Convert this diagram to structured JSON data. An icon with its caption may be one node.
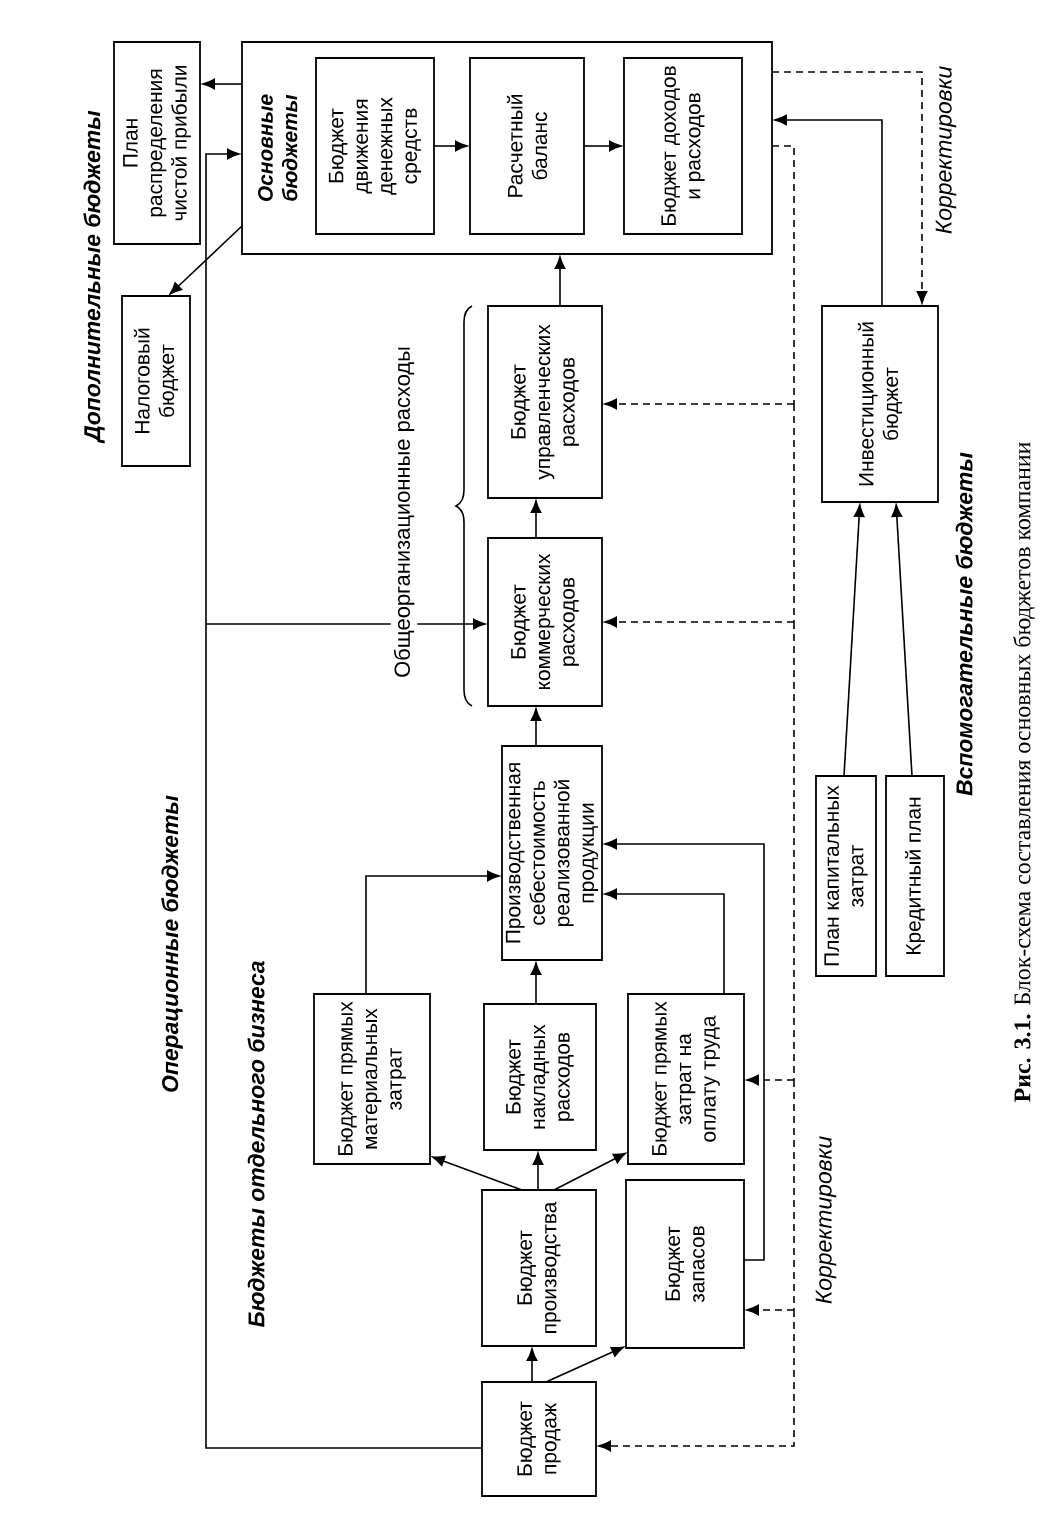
{
  "diagram": {
    "caption": "**Рис. 3.1.** Блок-схема составления основных бюджетов компании",
    "nodes": [
      {
        "text": [
          "Основные бюджеты"
        ]
      },
      {
        "text": [
          "Бюджет движения денежных средств"
        ],
        "in": 0
      },
      {
        "text": [
          "Расчетный баланс"
        ],
        "in": 0
      },
      {
        "text": [
          "Бюджет доходов и расходов"
        ],
        "in": 0
      },
      {
        "text": [
          "План распределения чистой прибыли"
        ]
      },
      {
        "text": [
          "Налоговый бюджет"
        ]
      },
      {
        "text": [
          "Бюджет управленческих расходов"
        ]
      },
      {
        "text": [
          "Бюджет коммерческих расходов"
        ]
      },
      {
        "text": [
          "Производственная себестоимость реализованной продукции"
        ]
      },
      {
        "text": [
          "Бюджет прямых материальных затрат"
        ]
      },
      {
        "text": [
          "Бюджет накладных расходов"
        ]
      },
      {
        "text": [
          "Бюджет прямых затрат на оплату труда"
        ]
      },
      {
        "text": [
          "Бюджет производства"
        ]
      },
      {
        "text": [
          "Бюджет запасов"
        ]
      },
      {
        "text": [
          "Бюджет продаж"
        ]
      },
      {
        "text": [
          "Инвестиционный бюджет"
        ]
      },
      {
        "text": [
          "План капитальных затрат"
        ]
      },
      {
        "text": [
          "Кредитный план"
        ]
      }
    ],
    "edges": [
      {
        "from": 0,
        "to": 4,
        "arrow": "to"
      },
      {
        "from": 0,
        "to": 5,
        "arrow": "to"
      },
      {
        "from": 1,
        "to": 2,
        "arrow": "to"
      },
      {
        "from": 2,
        "to": 3,
        "arrow": "to"
      },
      {
        "from": 14,
        "to": 0,
        "arrow": "to"
      },
      {
        "from": 14,
        "to": 7,
        "arrow": "to"
      },
      {
        "from": 14,
        "to": 12,
        "arrow": "to"
      },
      {
        "from": 14,
        "to": 13,
        "arrow": "to"
      },
      {
        "from": 12,
        "to": 9,
        "arrow": "to"
      },
      {
        "from": 12,
        "to": 10,
        "arrow": "to"
      },
      {
        "from": 12,
        "to": 11,
        "arrow": "to"
      },
      {
        "from": 9,
        "to": 8,
        "arrow": "to"
      },
      {
        "from": 10,
        "to": 8,
        "arrow": "to"
      },
      {
        "from": 11,
        "to": 8,
        "arrow": "to"
      },
      {
        "from": 13,
        "to": 8,
        "arrow": "to"
      },
      {
        "from": 8,
        "to": 7,
        "arrow": "to"
      },
      {
        "from": 7,
        "to": 6,
        "arrow": "to"
      },
      {
        "from": 6,
        "to": 0,
        "arrow": "to"
      },
      {
        "from": 15,
        "to": 0,
        "arrow": "to"
      },
      {
        "from": 0,
        "to": 15,
        "arrow": "to",
        "style": "dashed"
      },
      {
        "from": 0,
        "to": 6,
        "arrow": "to",
        "style": "dashed"
      },
      {
        "from": 0,
        "to": 7,
        "arrow": "to",
        "style": "dashed"
      },
      {
        "from": 0,
        "to": 11,
        "arrow": "to",
        "style": "dashed"
      },
      {
        "from": 0,
        "to": 13,
        "arrow": "to",
        "style": "dashed"
      },
      {
        "from": 0,
        "to": 14,
        "arrow": "to",
        "style": "dashed"
      },
      {
        "from": 16,
        "to": 15,
        "arrow": "to"
      },
      {
        "from": 17,
        "to": 15,
        "arrow": "to"
      }
    ],
    "labels": [
      "Дополнительные бюджеты",
      "Операционные бюджеты",
      "Бюджеты отдельного бизнеса",
      "Общеорганизационные расходы",
      "Корректировки",
      "Вспомогательные бюджеты",
      "Корректировки"
    ]
  }
}
